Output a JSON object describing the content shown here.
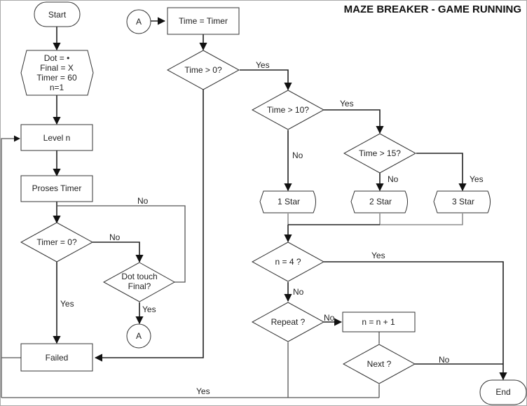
{
  "title": "MAZE BREAKER - GAME RUNNING",
  "nodes": {
    "start": "Start",
    "init": [
      "Dot = •",
      "Final = X",
      "Timer = 60",
      "n=1"
    ],
    "level": "Level n",
    "proses_timer": "Proses Timer",
    "timer_zero": "Timer = 0?",
    "dot_touch": [
      "Dot touch",
      "Final?"
    ],
    "connector_a_bottom": "A",
    "failed": "Failed",
    "connector_a_top": "A",
    "time_eq_timer": "Time = Timer",
    "time_gt_0": "Time > 0?",
    "time_gt_10": "Time > 10?",
    "time_gt_15": "Time > 15?",
    "star_1": "1 Star",
    "star_2": "2 Star",
    "star_3": "3 Star",
    "n_eq_4": "n = 4 ?",
    "repeat": "Repeat ?",
    "n_inc": "n = n + 1",
    "next": "Next ?",
    "end": "End"
  },
  "edge_labels": {
    "proses_loop_no": "No",
    "timer_zero_no": "No",
    "timer_zero_yes": "Yes",
    "dot_touch_yes": "Yes",
    "time_gt_0_yes": "Yes",
    "time_gt_10_yes": "Yes",
    "time_gt_10_no": "No",
    "time_gt_15_no": "No",
    "time_gt_15_yes": "Yes",
    "n_eq_4_yes": "Yes",
    "n_eq_4_no": "No",
    "repeat_no": "No",
    "repeat_yes": "Yes",
    "next_no": "No"
  }
}
